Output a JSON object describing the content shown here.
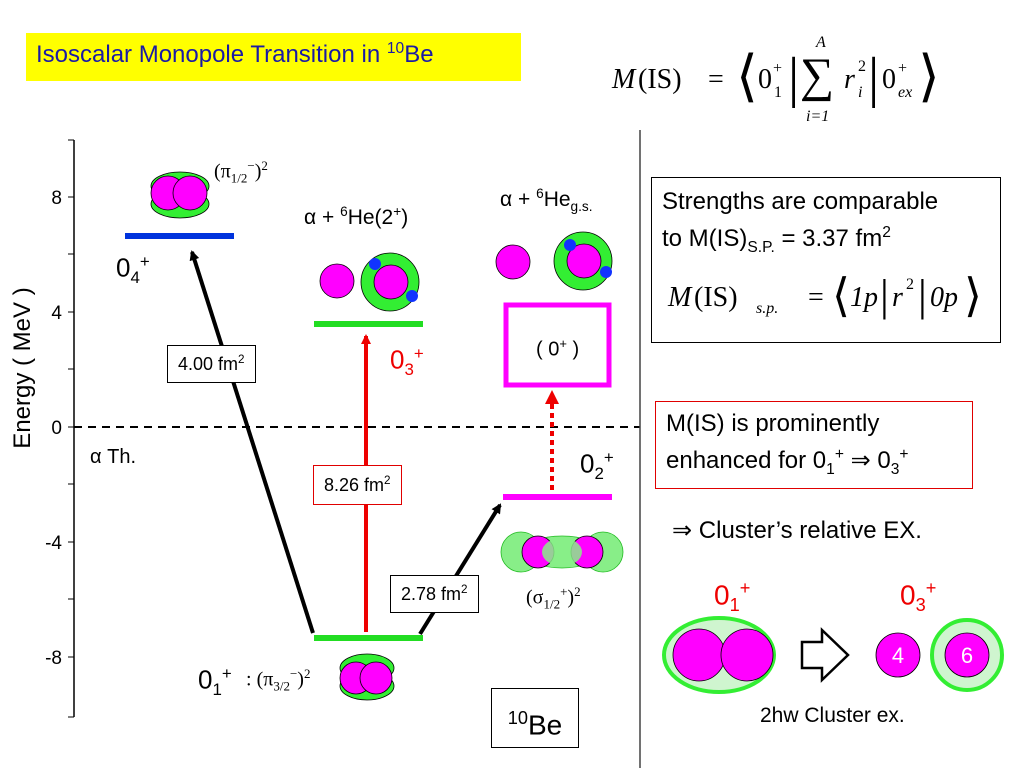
{
  "title": {
    "prefix": "Isoscalar Monopole Transition in ",
    "mass_number": "10",
    "element": "Be"
  },
  "formula_main": {
    "lhs": "M",
    "lhs_arg": "(IS)",
    "eq": "=",
    "bra": "0",
    "bra_sup": "+",
    "bra_sub": "1",
    "sum_top": "A",
    "sum_bottom": "i=1",
    "op": "r",
    "op_sup": "2",
    "op_sub": "i",
    "ket": "0",
    "ket_sup": "+",
    "ket_sub": "ex"
  },
  "y_axis": {
    "label": "Energy ( MeV )",
    "ticks": [
      "8",
      "4",
      "0",
      "-4",
      "-8"
    ]
  },
  "levels": {
    "level_04": {
      "label": "0",
      "sub": "4",
      "sup": "+",
      "config": "(π",
      "config_sub": "1/2",
      "config_sup": "−",
      "config_end": ")",
      "config_power": "2"
    },
    "level_03": {
      "label": "0",
      "sub": "3",
      "sup": "+",
      "channel_alpha": "α",
      "channel_plus": "+",
      "channel_mass": "6",
      "channel_nucleus": "He(2",
      "channel_spin": "+",
      "channel_end": ")"
    },
    "level_0plus": {
      "box_label": "( 0",
      "box_sup": "+",
      "box_end": " )",
      "channel_alpha": "α",
      "channel_plus": "+",
      "channel_mass": "6",
      "channel_nucleus": "He",
      "channel_sub": "g.s."
    },
    "level_02": {
      "label": "0",
      "sub": "2",
      "sup": "+",
      "config": "(σ",
      "config_sub": "1/2",
      "config_sup": "+",
      "config_end": ")",
      "config_power": "2"
    },
    "level_01": {
      "label": "0",
      "sub": "1",
      "sup": "+",
      "colon": ":",
      "config": "(π",
      "config_sub": "3/2",
      "config_sup": "−",
      "config_end": ")",
      "config_power": "2"
    }
  },
  "threshold_label": "α Th.",
  "transitions": [
    {
      "value": "4.00 fm",
      "sup": "2"
    },
    {
      "value": "8.26 fm",
      "sup": "2"
    },
    {
      "value": "2.78 fm",
      "sup": "2"
    }
  ],
  "nucleus": {
    "mass": "10",
    "element": "Be"
  },
  "strength_box": {
    "line1": "Strengths are comparable",
    "line2_pre": "to M(IS)",
    "line2_sub": "S.P.",
    "line2_post": " = 3.37 fm",
    "line2_sup": "2",
    "formula": {
      "lhs": "M",
      "lhs_arg": "(IS)",
      "lhs_sub": "s.p.",
      "eq": "=",
      "bra": "1p",
      "op": "r",
      "op_sup": "2",
      "ket": "0p"
    }
  },
  "enhanced_box": {
    "line1": "M(IS) is prominently",
    "line2_pre": "enhanced for 0",
    "a_sub": "1",
    "a_sup": "+",
    "arrow": " ⇒ ",
    "b": "0",
    "b_sub": "3",
    "b_sup": "+"
  },
  "cluster_note": "⇒ Cluster’s relative EX.",
  "cluster_diagram": {
    "left_label": "0",
    "left_sub": "1",
    "left_sup": "+",
    "right_label": "0",
    "right_sub": "3",
    "right_sup": "+",
    "ball_4": "4",
    "ball_6": "6",
    "caption": "2hw Cluster ex."
  },
  "colors": {
    "title_bg": "#ffff00",
    "title_text": "#1a1aa6",
    "level_04": "#0033dd",
    "level_03": "#22dd22",
    "level_02": "#ff00ff",
    "level_01": "#22dd22",
    "transition_red": "#ee0000",
    "magenta": "#ff00ff",
    "green": "#33ee33"
  }
}
